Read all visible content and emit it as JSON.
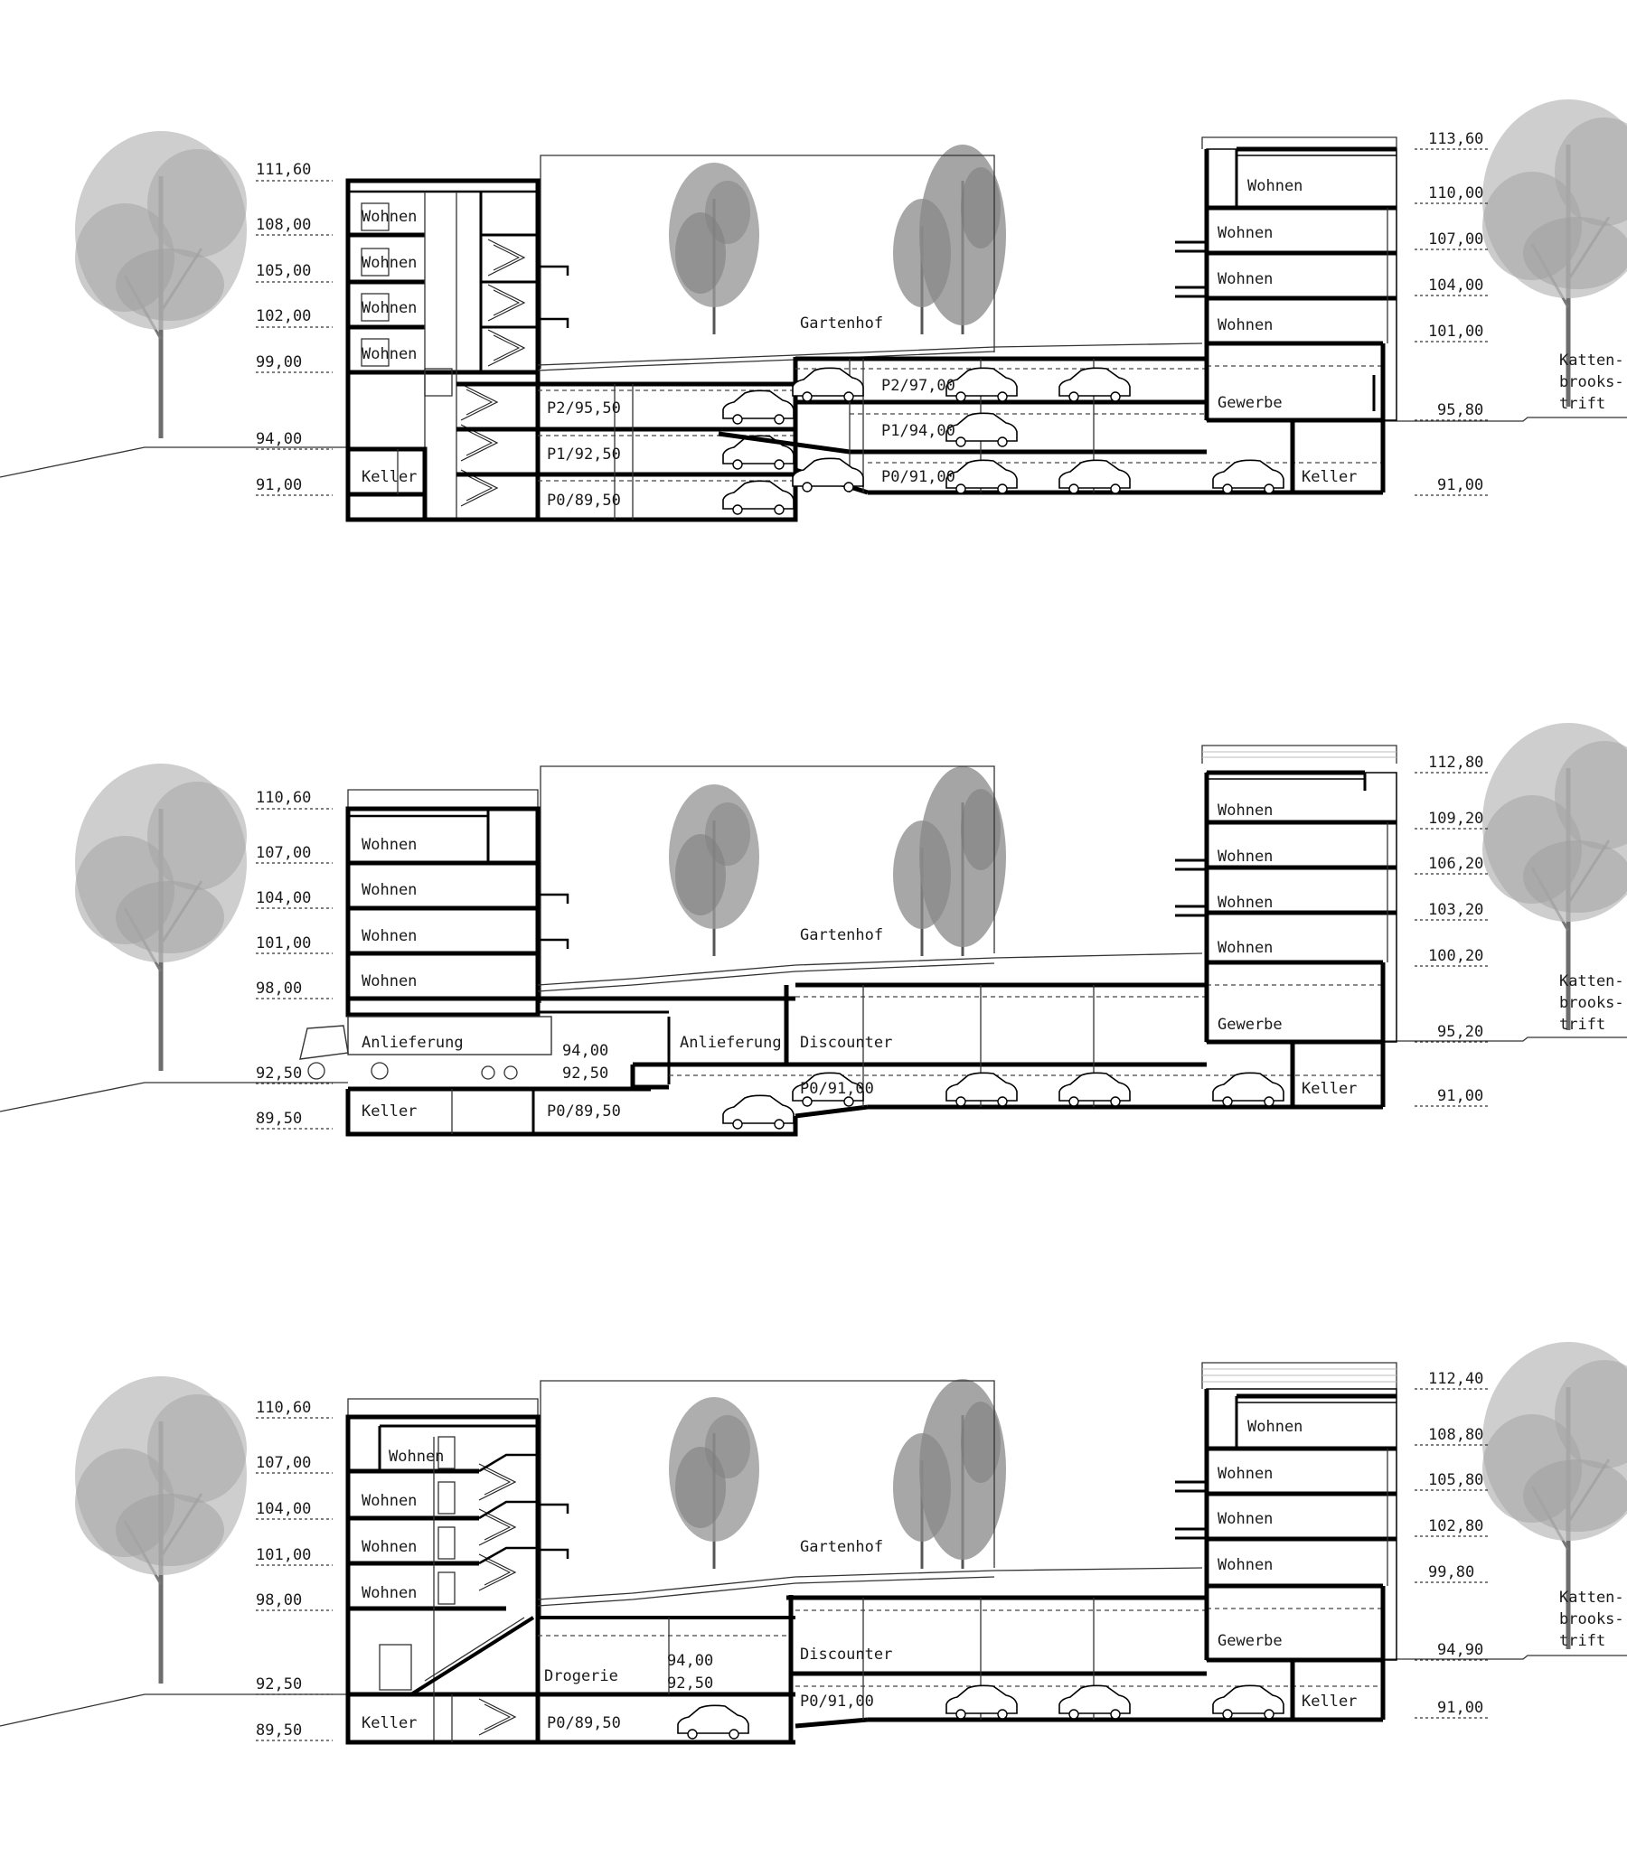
{
  "sections": [
    {
      "id": "section-1",
      "left_levels": [
        "111,60",
        "108,00",
        "105,00",
        "102,00",
        "99,00",
        "94,00",
        "91,00"
      ],
      "right_levels": [
        "113,60",
        "110,00",
        "107,00",
        "104,00",
        "101,00",
        "95,80",
        "91,00"
      ],
      "rooms": {
        "left_wohnen": [
          "Wohnen",
          "Wohnen",
          "Wohnen",
          "Wohnen"
        ],
        "left_keller": "Keller",
        "garage_left": [
          "P2/95,50",
          "P1/92,50",
          "P0/89,50"
        ],
        "garage_right": [
          "P2/97,00",
          "P1/94,00",
          "P0/91,00"
        ],
        "courtyard": "Gartenhof",
        "right_wohnen": [
          "Wohnen",
          "Wohnen",
          "Wohnen",
          "Wohnen"
        ],
        "right_gewerbe": "Gewerbe",
        "right_keller": "Keller",
        "street": [
          "Katten-",
          "brooks-",
          "trift"
        ]
      }
    },
    {
      "id": "section-2",
      "left_levels": [
        "110,60",
        "107,00",
        "104,00",
        "101,00",
        "98,00",
        "92,50",
        "89,50"
      ],
      "right_levels": [
        "112,80",
        "109,20",
        "106,20",
        "103,20",
        "100,20",
        "95,20",
        "91,00"
      ],
      "rooms": {
        "left_wohnen": [
          "Wohnen",
          "Wohnen",
          "Wohnen",
          "Wohnen"
        ],
        "anlieferung_left": "Anlieferung",
        "anlieferung_mid": "Anlieferung",
        "inner_levels": [
          "94,00",
          "92,50"
        ],
        "discounter": "Discounter",
        "left_keller": "Keller",
        "garage_left": "P0/89,50",
        "garage_right": "P0/91,00",
        "courtyard": "Gartenhof",
        "right_wohnen": [
          "Wohnen",
          "Wohnen",
          "Wohnen",
          "Wohnen"
        ],
        "right_gewerbe": "Gewerbe",
        "right_keller": "Keller",
        "street": [
          "Katten-",
          "brooks-",
          "trift"
        ]
      }
    },
    {
      "id": "section-3",
      "left_levels": [
        "110,60",
        "107,00",
        "104,00",
        "101,00",
        "98,00",
        "92,50",
        "89,50"
      ],
      "right_levels": [
        "112,40",
        "108,80",
        "105,80",
        "102,80",
        "99,80",
        "94,90",
        "91,00"
      ],
      "rooms": {
        "left_wohnen": [
          "Wohnen",
          "Wohnen",
          "Wohnen",
          "Wohnen"
        ],
        "drogerie": "Drogerie",
        "inner_levels": [
          "94,00",
          "92,50"
        ],
        "discounter": "Discounter",
        "left_keller": "Keller",
        "garage_left": "P0/89,50",
        "garage_right": "P0/91,00",
        "courtyard": "Gartenhof",
        "right_wohnen": [
          "Wohnen",
          "Wohnen",
          "Wohnen",
          "Wohnen"
        ],
        "right_gewerbe": "Gewerbe",
        "right_keller": "Keller",
        "street": [
          "Katten-",
          "brooks-",
          "trift"
        ]
      }
    }
  ]
}
